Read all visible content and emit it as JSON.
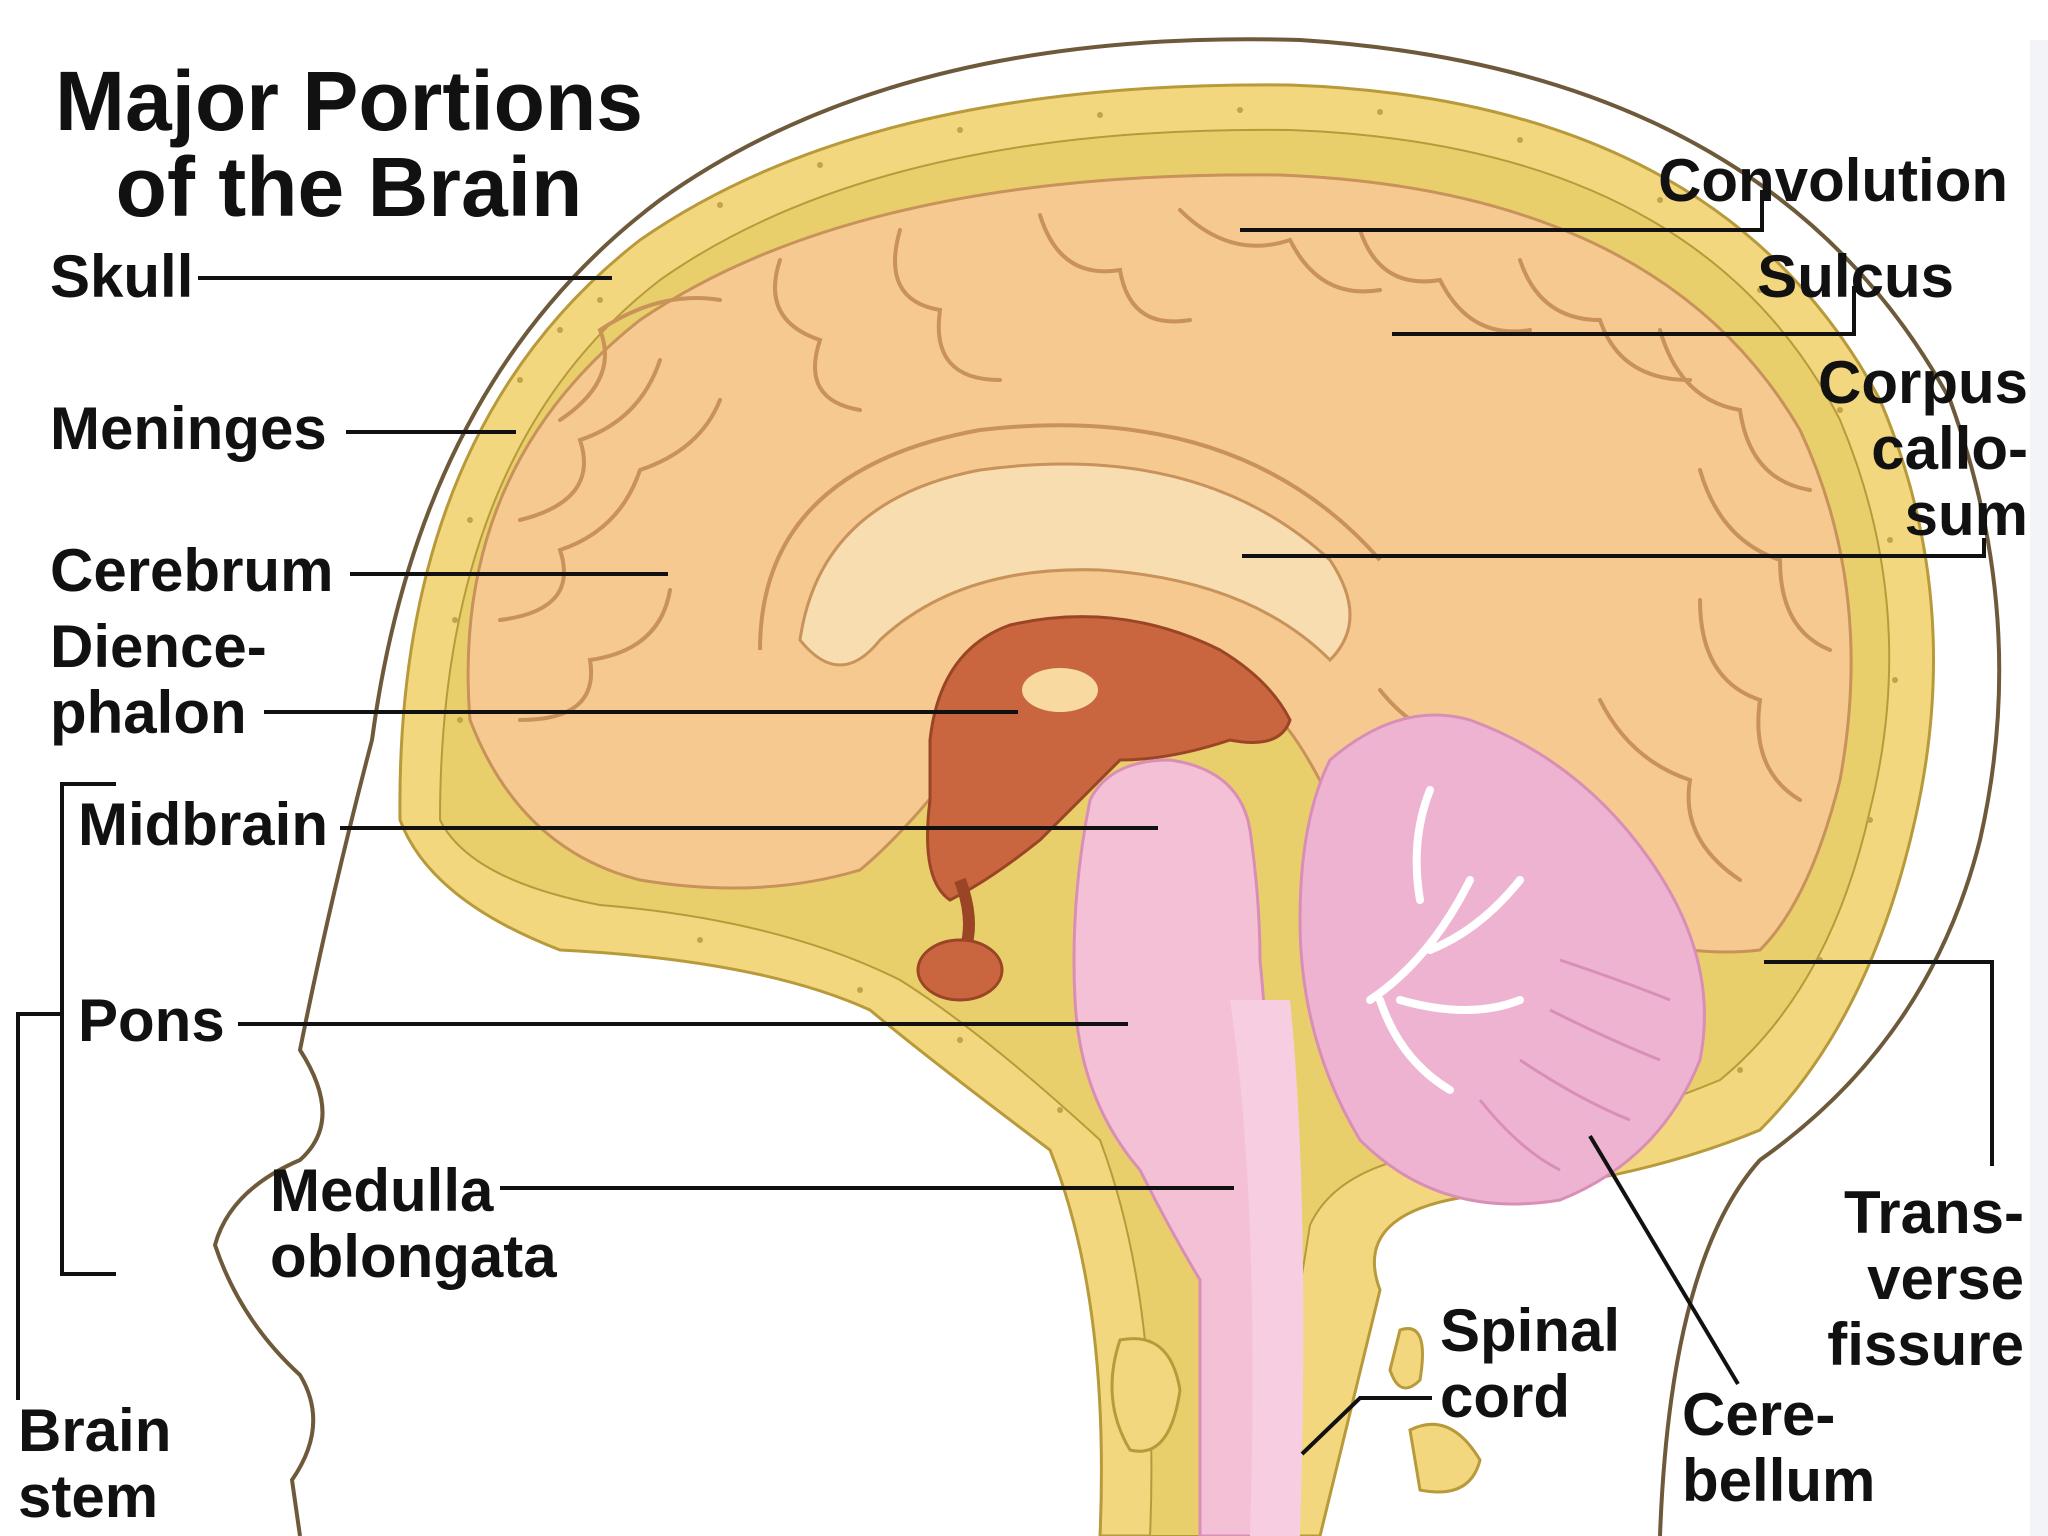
{
  "title": {
    "line1": "Major Portions",
    "line2": "of the Brain"
  },
  "labels": {
    "skull": "Skull",
    "meninges": "Meninges",
    "cerebrum": "Cerebrum",
    "diencephalon": {
      "line1": "Dience-",
      "line2": "phalon"
    },
    "midbrain": "Midbrain",
    "pons": "Pons",
    "medulla_oblongata": {
      "line1": "Medulla",
      "line2": "oblongata"
    },
    "brain_stem": {
      "line1": "Brain",
      "line2": "stem"
    },
    "convolution": "Convolution",
    "sulcus": "Sulcus",
    "corpus_callosum": {
      "line1": "Corpus",
      "line2": "callo-",
      "line3": "sum"
    },
    "transverse_fissure": {
      "line1": "Trans-",
      "line2": "verse",
      "line3": "fissure"
    },
    "spinal_cord": {
      "line1": "Spinal",
      "line2": "cord"
    },
    "cerebellum": {
      "line1": "Cere-",
      "line2": "bellum"
    }
  },
  "colors": {
    "skull": "#f2d77e",
    "skull_edge": "#b89a3a",
    "cerebrum": "#f5c98f",
    "cerebrum_fold": "#c8925a",
    "diencephalon": "#c9653f",
    "brainstem": "#f4c0d6",
    "cerebellum": "#efb3d2",
    "right_panel": "#f2f4f7"
  }
}
